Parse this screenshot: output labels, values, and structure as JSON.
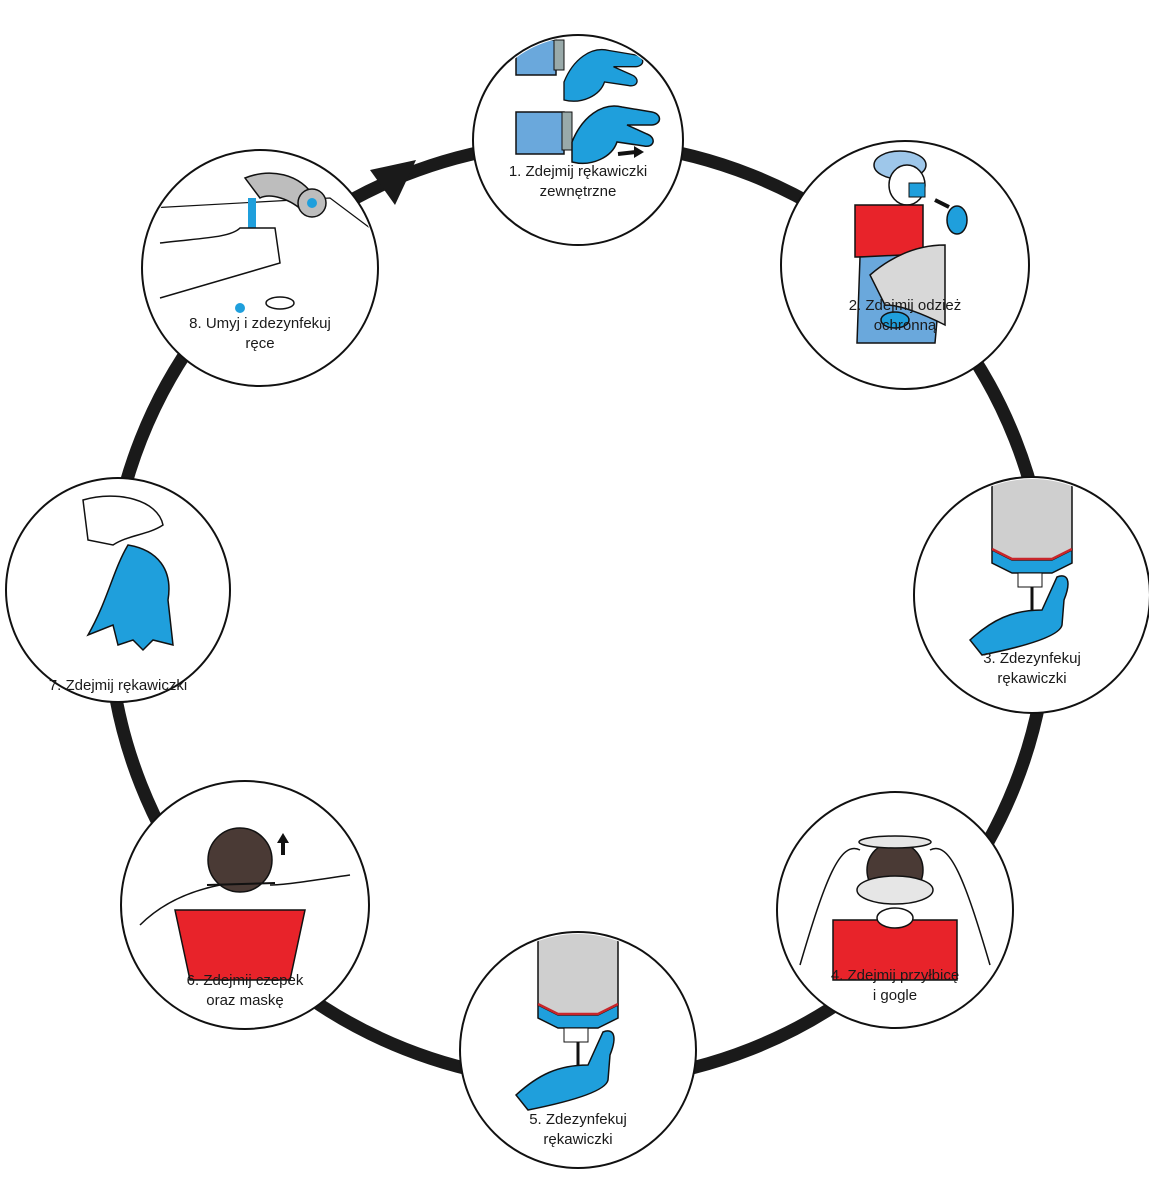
{
  "diagram": {
    "colors": {
      "ring": "#1a1a1a",
      "glove": "#1f9fdc",
      "gown": "#6aa8dc",
      "shirt": "#e8232a",
      "hair": "#4a3a35",
      "dispenser": "#cfcfcf",
      "dispenser_base": "#1f9fdc",
      "stripe": "#c8262b"
    },
    "steps": [
      {
        "number": "1",
        "lines": [
          "1. Zdejmij rękawiczki",
          "zewnętrzne"
        ],
        "icon": "remove-outer-gloves-icon"
      },
      {
        "number": "2",
        "lines": [
          "2. Zdejmij odzież",
          "ochronną"
        ],
        "icon": "remove-gown-icon"
      },
      {
        "number": "3",
        "lines": [
          "3. Zdezynfekuj",
          "rękawiczki"
        ],
        "icon": "disinfect-gloves-icon"
      },
      {
        "number": "4",
        "lines": [
          "4. Zdejmij przyłbicę",
          "i gogle"
        ],
        "icon": "remove-face-shield-icon"
      },
      {
        "number": "5",
        "lines": [
          "5. Zdezynfekuj",
          "rękawiczki"
        ],
        "icon": "disinfect-gloves-icon"
      },
      {
        "number": "6",
        "lines": [
          "6. Zdejmij czepek",
          "oraz maskę"
        ],
        "icon": "remove-cap-mask-icon"
      },
      {
        "number": "7",
        "lines": [
          "7. Zdejmij rękawiczki"
        ],
        "icon": "remove-gloves-icon"
      },
      {
        "number": "8",
        "lines": [
          "8. Umyj i zdezynfekuj",
          "ręce"
        ],
        "icon": "wash-hands-icon"
      }
    ]
  }
}
